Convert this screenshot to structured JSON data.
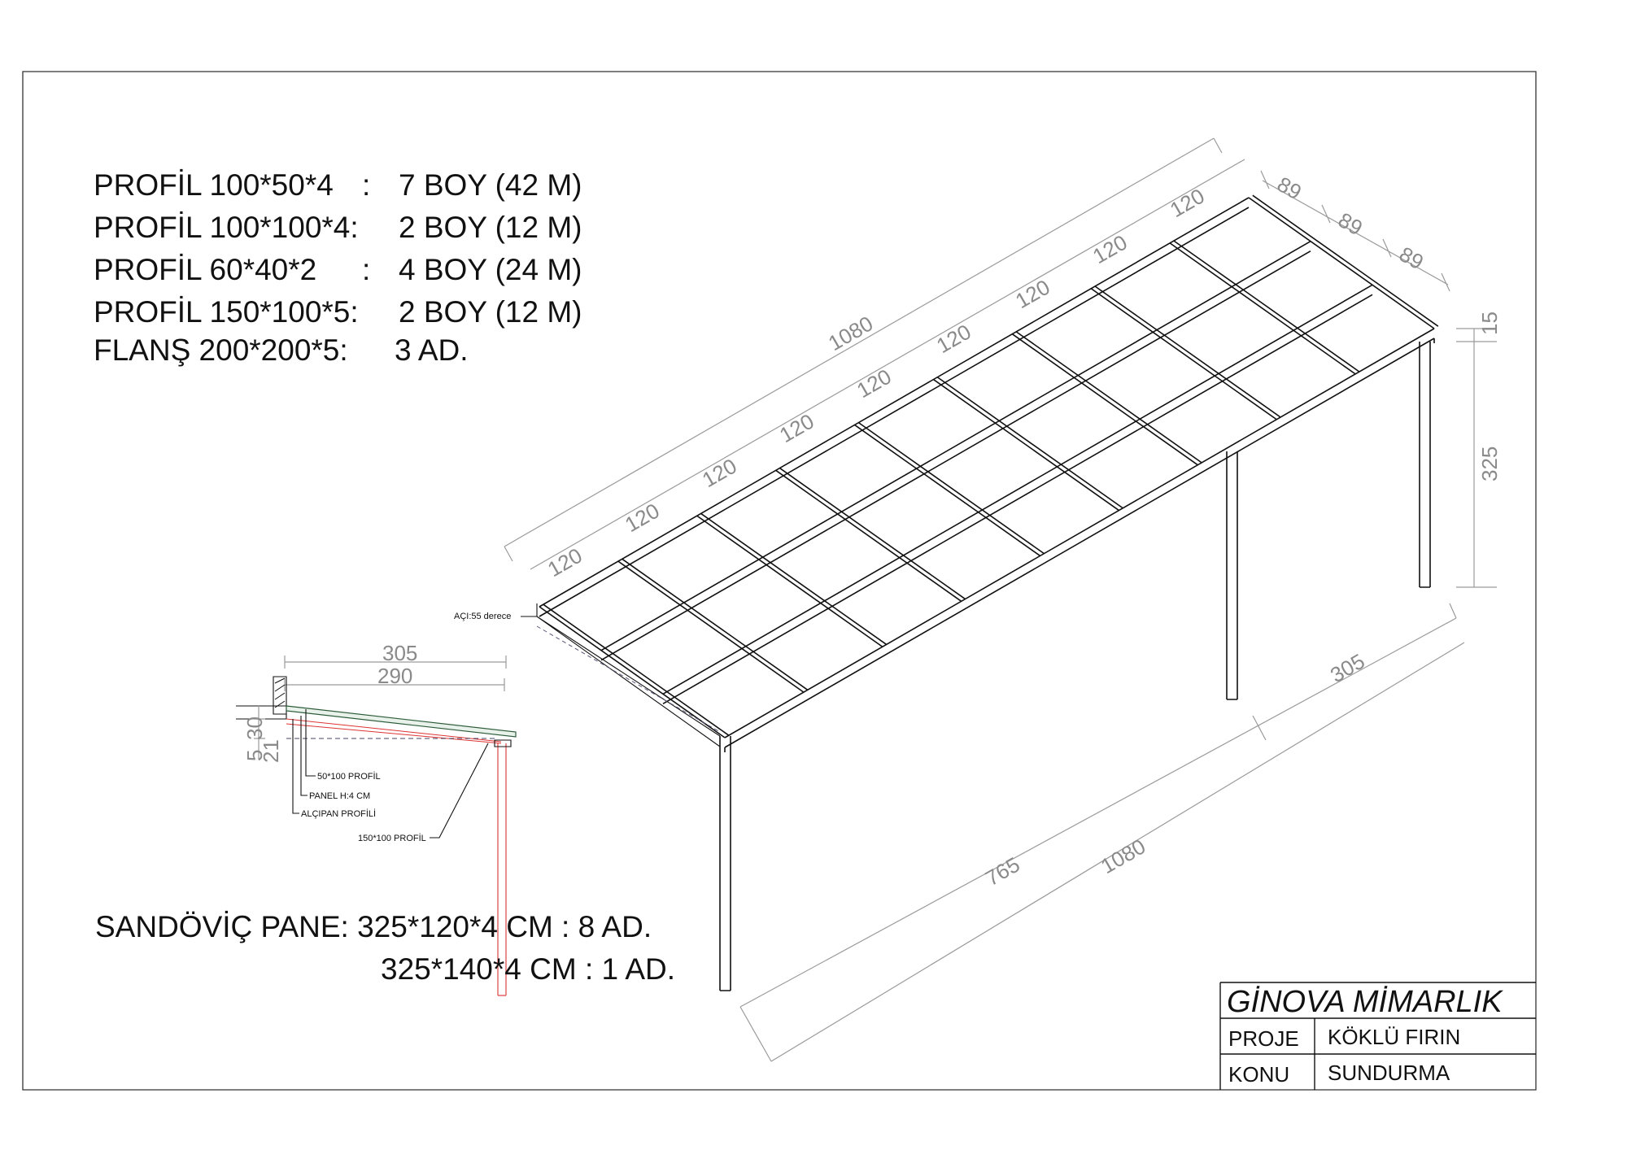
{
  "materials": [
    {
      "name": "PROFİL 100*50*4",
      "sep": ":",
      "qty": "7 BOY (42 M)"
    },
    {
      "name": "PROFİL 100*100*4:",
      "sep": "",
      "qty": "2 BOY (12 M)"
    },
    {
      "name": "PROFİL 60*40*2",
      "sep": ":",
      "qty": "4 BOY (24 M)"
    },
    {
      "name": "PROFİL 150*100*5:",
      "sep": "",
      "qty": "2 BOY (12 M)"
    },
    {
      "name": "FLANŞ  200*200*5:",
      "sep": "",
      "qty": "3 AD."
    }
  ],
  "panels": {
    "line1": "SANDÖVİÇ PANE: 325*120*4 CM :  8 AD.",
    "line2": "325*140*4 CM :  1 AD."
  },
  "dimensions": {
    "top_total": "1080",
    "top_segments": [
      "120",
      "120",
      "120",
      "120",
      "120",
      "120",
      "120",
      "120",
      "120"
    ],
    "width_segments": [
      "89",
      "89",
      "89"
    ],
    "height_top": "15",
    "height": "325",
    "bottom_depth": "305",
    "bottom_total": "1080",
    "bottom_partial": "765",
    "angle_note": "AÇI:55 derece"
  },
  "section": {
    "dim_outer": "305",
    "dim_inner": "290",
    "dim_left_a": "5",
    "dim_left_b": "30",
    "dim_left_c": "21",
    "labels": [
      "50*100 PROFİL",
      "PANEL H:4 CM",
      "ALÇIPAN PROFİLİ",
      "150*100 PROFİL"
    ]
  },
  "title_block": {
    "company": "GİNOVA MİMARLIK",
    "rows": [
      {
        "label": "PROJE",
        "value": "KÖKLÜ FIRIN"
      },
      {
        "label": "KONU",
        "value": "SUNDURMA"
      }
    ]
  }
}
